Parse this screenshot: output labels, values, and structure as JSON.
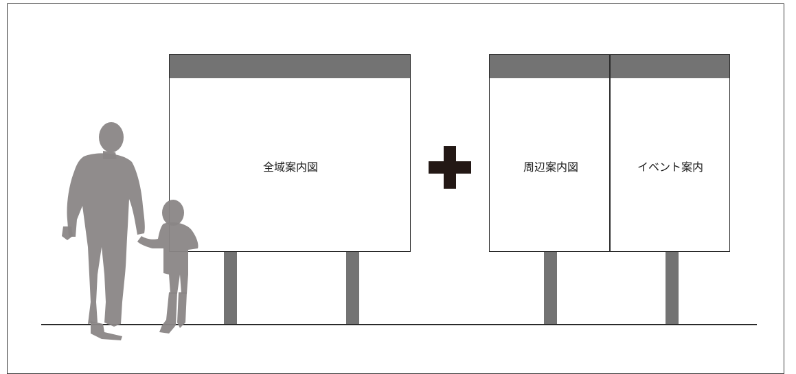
{
  "boards": [
    {
      "label": "全域案内図"
    },
    {
      "panels": [
        {
          "label": "周辺案内図"
        },
        {
          "label": "イベント案内"
        }
      ]
    }
  ],
  "colors": {
    "header": "#737373",
    "post": "#737373",
    "silhouette": "#8a8686",
    "plus": "#231815",
    "outline": "#2a2a2a"
  },
  "icons": {
    "plus": "plus-icon",
    "people": "adult-and-child-silhouette"
  }
}
